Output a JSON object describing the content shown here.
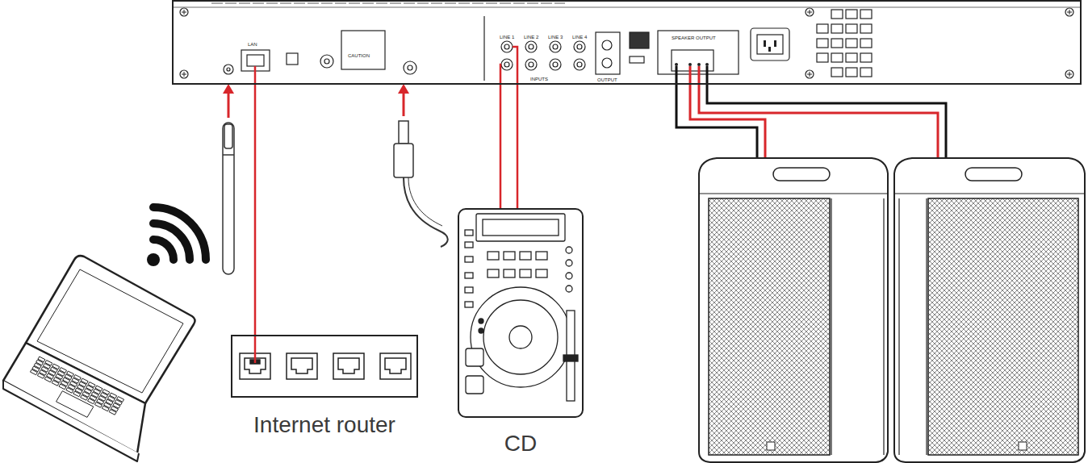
{
  "diagram": {
    "nodes": [
      {
        "text": [
          "LAN",
          "INPUTS",
          "OUTPUT",
          "SPEAKER OUTPUT"
        ]
      },
      {
        "text": [
          "Internet router"
        ]
      },
      {
        "text": [
          "CD"
        ]
      }
    ],
    "edges": [
      {
        "from": 1,
        "to": 0,
        "arrow": "none"
      },
      {
        "from": 2,
        "to": 0,
        "arrow": "none"
      },
      {
        "from": 2,
        "to": 0,
        "arrow": "none"
      }
    ],
    "labels": [
      "LINE 1",
      "LINE 2",
      "LINE 3",
      "LINE 4",
      "CAUTION"
    ]
  }
}
